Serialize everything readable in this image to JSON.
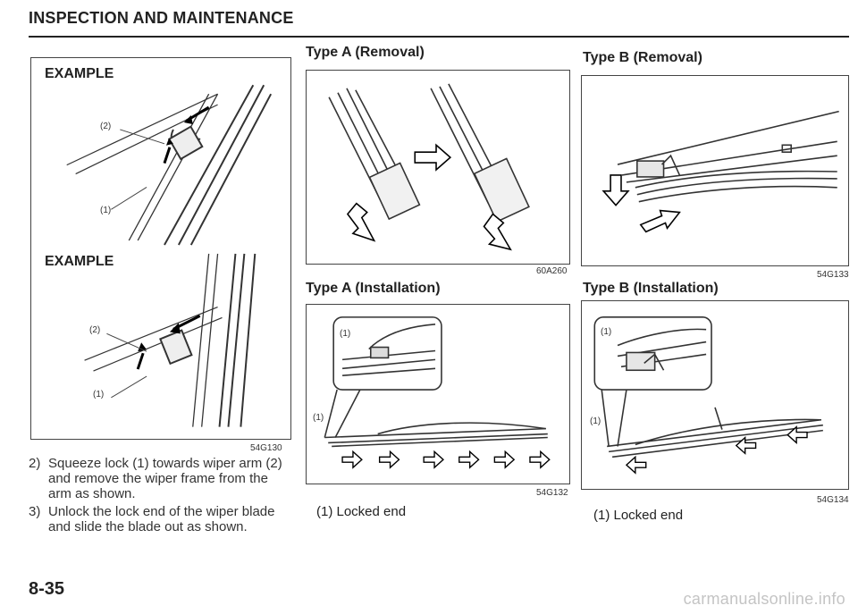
{
  "header": {
    "title": "INSPECTION AND MAINTENANCE"
  },
  "left": {
    "example_top_label": "EXAMPLE",
    "example_bottom_label": "EXAMPLE",
    "callout_2": "(2)",
    "callout_1": "(1)",
    "figure_code": "54G130",
    "steps": [
      {
        "num": "2)",
        "text": "Squeeze lock (1) towards wiper arm (2) and remove the wiper frame from the arm as shown."
      },
      {
        "num": "3)",
        "text": "Unlock the lock end of the wiper blade and slide the blade out as shown."
      }
    ]
  },
  "type_a": {
    "removal_title": "Type A (Removal)",
    "removal_code": "60A260",
    "installation_title": "Type A (Installation)",
    "installation_code": "54G132",
    "callout_1": "(1)",
    "caption": "(1) Locked end"
  },
  "type_b": {
    "removal_title": "Type B (Removal)",
    "removal_code": "54G133",
    "installation_title": "Type B (Installation)",
    "installation_code": "54G134",
    "callout_1": "(1)",
    "caption": "(1) Locked end"
  },
  "footer": {
    "page_number": "8-35",
    "watermark": "carmanualsonline.info"
  }
}
